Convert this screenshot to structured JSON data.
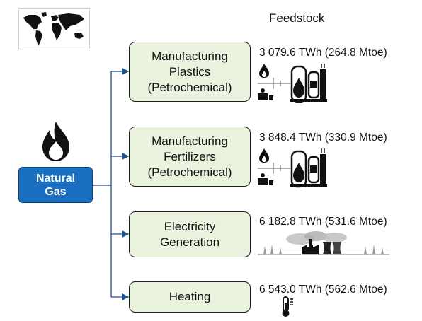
{
  "feedstock_title": "Feedstock",
  "source": {
    "label_line1": "Natural",
    "label_line2": "Gas",
    "icon": "flame-icon"
  },
  "uses": [
    {
      "lines": [
        "Manufacturing",
        "Plastics",
        "(Petrochemical)"
      ],
      "value": "3 079.6 TWh (264.8 Mtoe)",
      "icon": "petrochemical-plant-icon"
    },
    {
      "lines": [
        "Manufacturing",
        "Fertilizers",
        "(Petrochemical)"
      ],
      "value": "3 848.4 TWh (330.9 Mtoe)",
      "icon": "petrochemical-plant-icon"
    },
    {
      "lines": [
        "Electricity",
        "Generation"
      ],
      "value": "6 182.8 TWh (531.6 Mtoe)",
      "icon": "power-plant-icon"
    },
    {
      "lines": [
        "Heating"
      ],
      "value": "6 543.0 TWh (562.6 Mtoe)",
      "icon": "thermometer-icon"
    }
  ],
  "colors": {
    "box_fill": "#e8f2dc",
    "source_fill": "#1a6fc0",
    "connector": "#1f4e8c"
  }
}
